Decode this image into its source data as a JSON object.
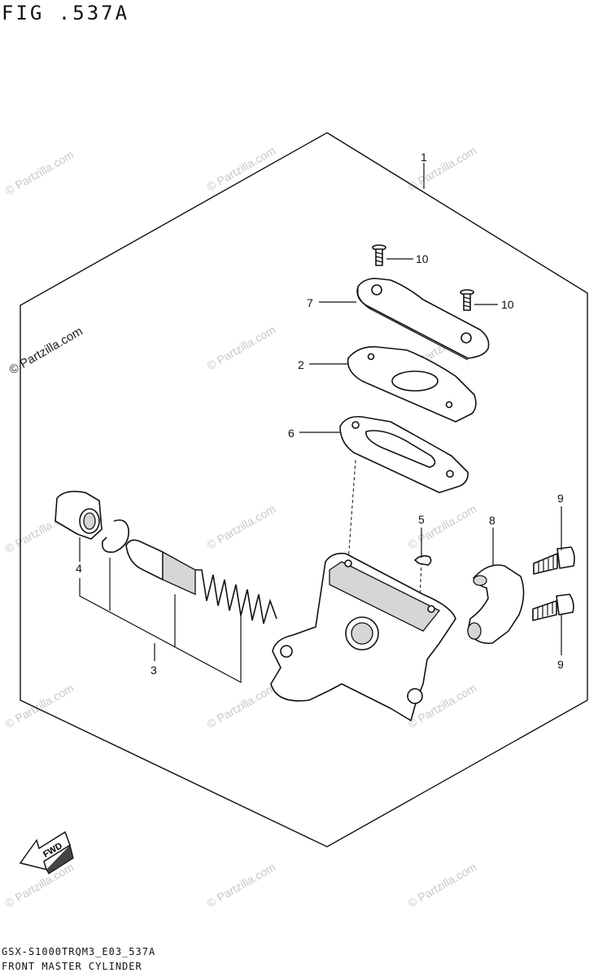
{
  "figure": {
    "title": "FIG .537A",
    "code": "GSX-S1000TRQM3_E03_537A",
    "name": "FRONT MASTER CYLINDER"
  },
  "callouts": [
    "1",
    "2",
    "3",
    "4",
    "5",
    "6",
    "7",
    "8",
    "9",
    "9",
    "10",
    "10"
  ],
  "watermark": "© Partzilla.com",
  "fwd_label": "FWD"
}
